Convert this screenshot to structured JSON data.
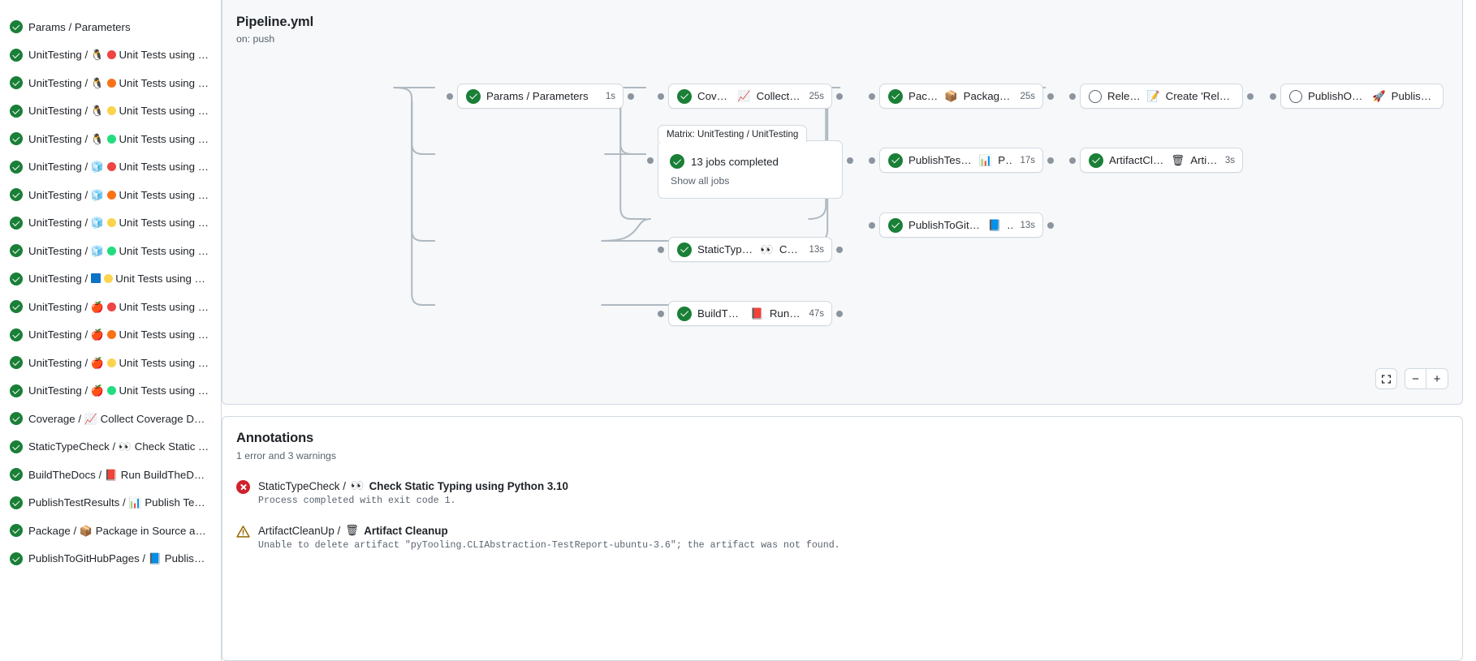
{
  "sidebar": {
    "jobs": [
      {
        "status": "success",
        "name": "Params / Parameters",
        "os": "",
        "py": "",
        "suffix": ""
      },
      {
        "status": "success",
        "name": "UnitTesting / ",
        "os": "🐧",
        "py": "#ef4444",
        "suffix": "Unit Tests using Pyth..."
      },
      {
        "status": "success",
        "name": "UnitTesting / ",
        "os": "🐧",
        "py": "#f97316",
        "suffix": "Unit Tests using Pyth..."
      },
      {
        "status": "success",
        "name": "UnitTesting / ",
        "os": "🐧",
        "py": "#fbd34d",
        "suffix": "Unit Tests using Pyth..."
      },
      {
        "status": "success",
        "name": "UnitTesting / ",
        "os": "🐧",
        "py": "#22dd7f",
        "suffix": "Unit Tests using Pyth..."
      },
      {
        "status": "success",
        "name": "UnitTesting / ",
        "os": "🧊",
        "py": "#ef4444",
        "suffix": "Unit Tests using Pyth..."
      },
      {
        "status": "success",
        "name": "UnitTesting / ",
        "os": "🧊",
        "py": "#f97316",
        "suffix": "Unit Tests using Pyth..."
      },
      {
        "status": "success",
        "name": "UnitTesting / ",
        "os": "🧊",
        "py": "#fbd34d",
        "suffix": "Unit Tests using Pyth..."
      },
      {
        "status": "success",
        "name": "UnitTesting / ",
        "os": "🧊",
        "py": "#22dd7f",
        "suffix": "Unit Tests using Pyth..."
      },
      {
        "status": "success",
        "name": "UnitTesting / ",
        "os": "square-blue",
        "py": "#fbd34d",
        "suffix": "Unit Tests using Pyth..."
      },
      {
        "status": "success",
        "name": "UnitTesting / ",
        "os": "🍎",
        "py": "#ef4444",
        "suffix": "Unit Tests using Pyth..."
      },
      {
        "status": "success",
        "name": "UnitTesting / ",
        "os": "🍎",
        "py": "#f97316",
        "suffix": "Unit Tests using Pyth..."
      },
      {
        "status": "success",
        "name": "UnitTesting / ",
        "os": "🍎",
        "py": "#fbd34d",
        "suffix": "Unit Tests using Pyth..."
      },
      {
        "status": "success",
        "name": "UnitTesting / ",
        "os": "🍎",
        "py": "#22dd7f",
        "suffix": "Unit Tests using Pyth..."
      },
      {
        "status": "success",
        "name": "Coverage / ",
        "os": "📈",
        "py": "",
        "suffix": "Collect Coverage Data usi..."
      },
      {
        "status": "success",
        "name": "StaticTypeCheck / ",
        "os": "👀",
        "py": "",
        "suffix": "Check Static Typing..."
      },
      {
        "status": "success",
        "name": "BuildTheDocs / ",
        "os": "📕",
        "py": "",
        "suffix": "Run BuildTheDocs"
      },
      {
        "status": "success",
        "name": "PublishTestResults / ",
        "os": "📊",
        "py": "",
        "suffix": "Publish Test Resu..."
      },
      {
        "status": "success",
        "name": "Package / ",
        "os": "📦",
        "py": "",
        "suffix": "Package in Source and Wh..."
      },
      {
        "status": "success",
        "name": "PublishToGitHubPages / ",
        "os": "📘",
        "py": "",
        "suffix": "Publish to G..."
      }
    ]
  },
  "graph": {
    "title": "Pipeline.yml",
    "subtitle": "on: push",
    "nodes": [
      {
        "id": "params",
        "status": "success",
        "text": "Params / Parameters",
        "emoji": "",
        "duration": "1s"
      },
      {
        "id": "coverage",
        "status": "success",
        "text": "Coverage / ",
        "emoji": "📈",
        "text2": "Collect Cove...",
        "duration": "25s"
      },
      {
        "id": "package",
        "status": "success",
        "text": "Package / ",
        "emoji": "📦",
        "text2": "Package in So...",
        "duration": "25s"
      },
      {
        "id": "release",
        "status": "pending",
        "text": "Release / ",
        "emoji": "📝",
        "text2": "Create 'Release P...",
        "duration": ""
      },
      {
        "id": "pypi",
        "status": "pending",
        "text": "PublishOnPyPI / ",
        "emoji": "🚀",
        "text2": "Publish to ...",
        "duration": ""
      },
      {
        "id": "testres",
        "status": "success",
        "text": "PublishTestResults / ",
        "emoji": "📊",
        "text2": "Pu...",
        "duration": "17s"
      },
      {
        "id": "artifact",
        "status": "success",
        "text": "ArtifactCleanUp / ",
        "emoji": "🗑",
        "text2": "Artifac...",
        "duration": "3s"
      },
      {
        "id": "ghpages",
        "status": "success",
        "text": "PublishToGitHubPages / ",
        "emoji": "📘",
        "text2": "...",
        "duration": "13s"
      },
      {
        "id": "stc",
        "status": "success",
        "text": "StaticTypeCheck / ",
        "emoji": "👀",
        "text2": "Chec...",
        "duration": "13s"
      },
      {
        "id": "docs",
        "status": "success",
        "text": "BuildTheDocs / ",
        "emoji": "📕",
        "text2": "Run Buil...",
        "duration": "47s"
      }
    ],
    "matrix": {
      "tab": "Matrix: UnitTesting / UnitTesting",
      "status": "success",
      "line1": "13 jobs completed",
      "line2": "Show all jobs"
    },
    "controls": {
      "fit": "fit-screen-icon",
      "zoom_out": "−",
      "zoom_in": "+"
    }
  },
  "annotations": {
    "title": "Annotations",
    "summary": "1 error and 3 warnings",
    "items": [
      {
        "level": "error",
        "job": "StaticTypeCheck / ",
        "emoji": "👀",
        "step": "Check Static Typing using Python 3.10",
        "message": "Process completed with exit code 1."
      },
      {
        "level": "warning",
        "job": "ArtifactCleanUp / ",
        "emoji": "🗑",
        "step": "Artifact Cleanup",
        "message": "Unable to delete artifact \"pyTooling.CLIAbstraction-TestReport-ubuntu-3.6\"; the artifact was not found."
      }
    ]
  },
  "colors": {
    "success": "#1a7f37",
    "error": "#cf222e",
    "warning": "#9a6700",
    "border": "#d1d9e0",
    "muted": "#59636e",
    "canvas": "#f6f8fa"
  }
}
